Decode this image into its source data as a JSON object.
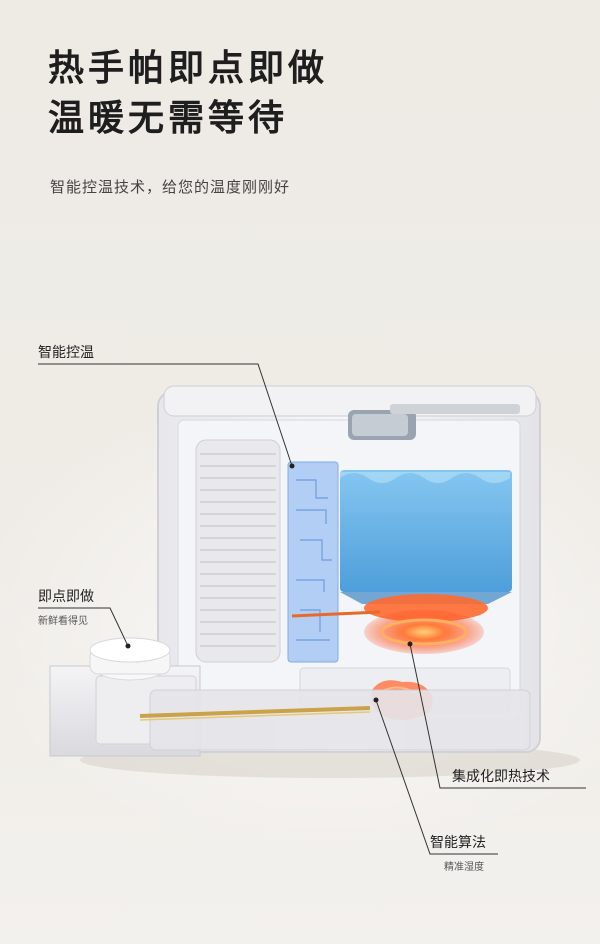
{
  "headline": {
    "line1": "热手帕即点即做",
    "line2": "温暖无需等待"
  },
  "subtitle": "智能控温技术，给您的温度刚刚好",
  "callouts": {
    "temp_control": {
      "label": "智能控温"
    },
    "instant": {
      "label": "即点即做",
      "sub": "新鲜看得见"
    },
    "heating": {
      "label": "集成化即热技术"
    },
    "algorithm": {
      "label": "智能算法",
      "sub": "精准湿度"
    }
  },
  "colors": {
    "background": "#efece6",
    "water_tank": "#5aaee6",
    "heater_glow": "#ff5a28",
    "sensor_blue": "#8fb8f0"
  }
}
